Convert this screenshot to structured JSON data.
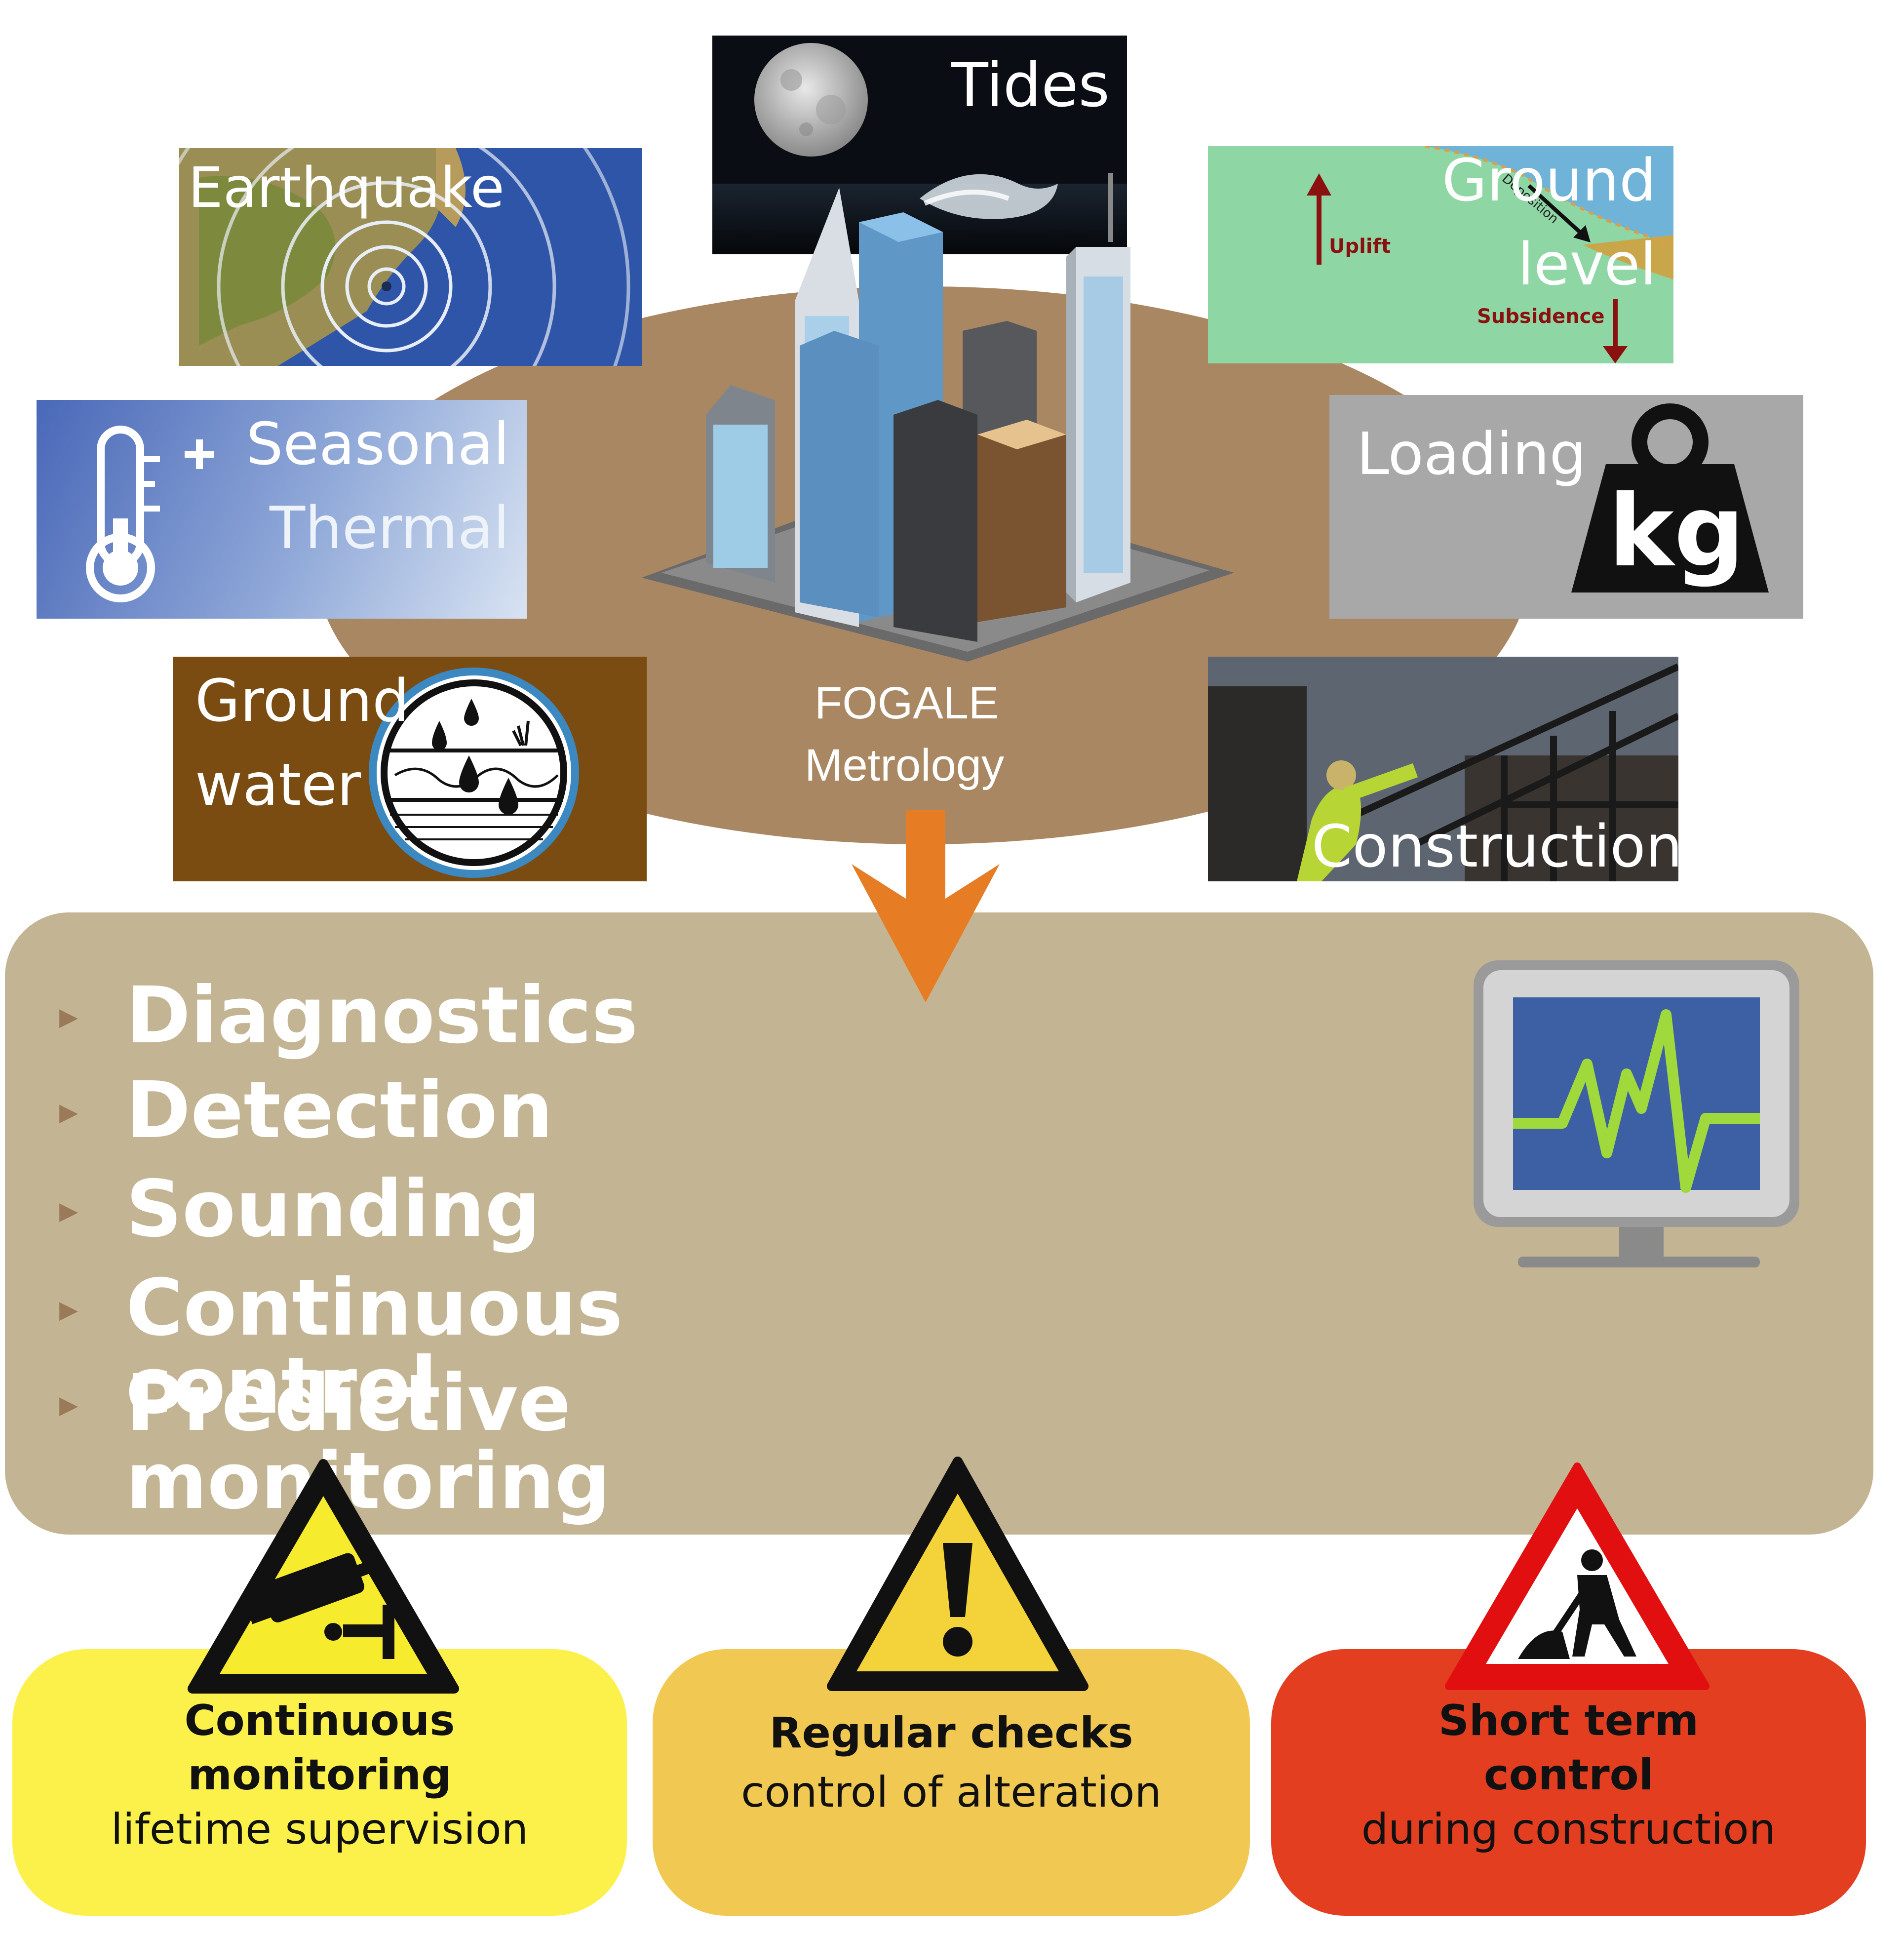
{
  "tiles": {
    "tides": "Tides",
    "earthquake": "Earthquake",
    "ground_level_line1": "Ground",
    "ground_level_line2": "level",
    "uplift": "Uplift",
    "subsidence": "Subsidence",
    "deposition": "Deposition",
    "seasonal_line1": "Seasonal",
    "seasonal_line2": "Thermal",
    "loading": "Loading",
    "kg": "kg",
    "groundwater_line1": "Ground",
    "groundwater_line2": "water",
    "construction": "Construction"
  },
  "center": {
    "line1": "FOGALE",
    "line2": "Metrology"
  },
  "objectives": [
    "Diagnostics",
    "Detection",
    "Sounding",
    "Continuous control",
    "Predictive monitoring"
  ],
  "bullet_glyph": "▸",
  "cards": [
    {
      "title_line1": "Continuous",
      "title_line2": "monitoring",
      "subtitle": "lifetime supervision",
      "color": "#fbf14a",
      "icon": "cctv-camera-warning-icon"
    },
    {
      "title_line1": "Regular checks",
      "title_line2": "",
      "subtitle": "control of alteration",
      "color": "#f0c852",
      "icon": "exclamation-warning-icon"
    },
    {
      "title_line1": "Short term",
      "title_line2": "control",
      "subtitle": "during construction",
      "color": "#e23e1f",
      "icon": "roadworks-warning-icon"
    }
  ],
  "colors": {
    "ellipse": "#a98762",
    "panel": "#c3b593",
    "arrow": "#e67c23",
    "monitor_screen": "#3d5fa3",
    "heartbeat": "#9fd93c"
  }
}
